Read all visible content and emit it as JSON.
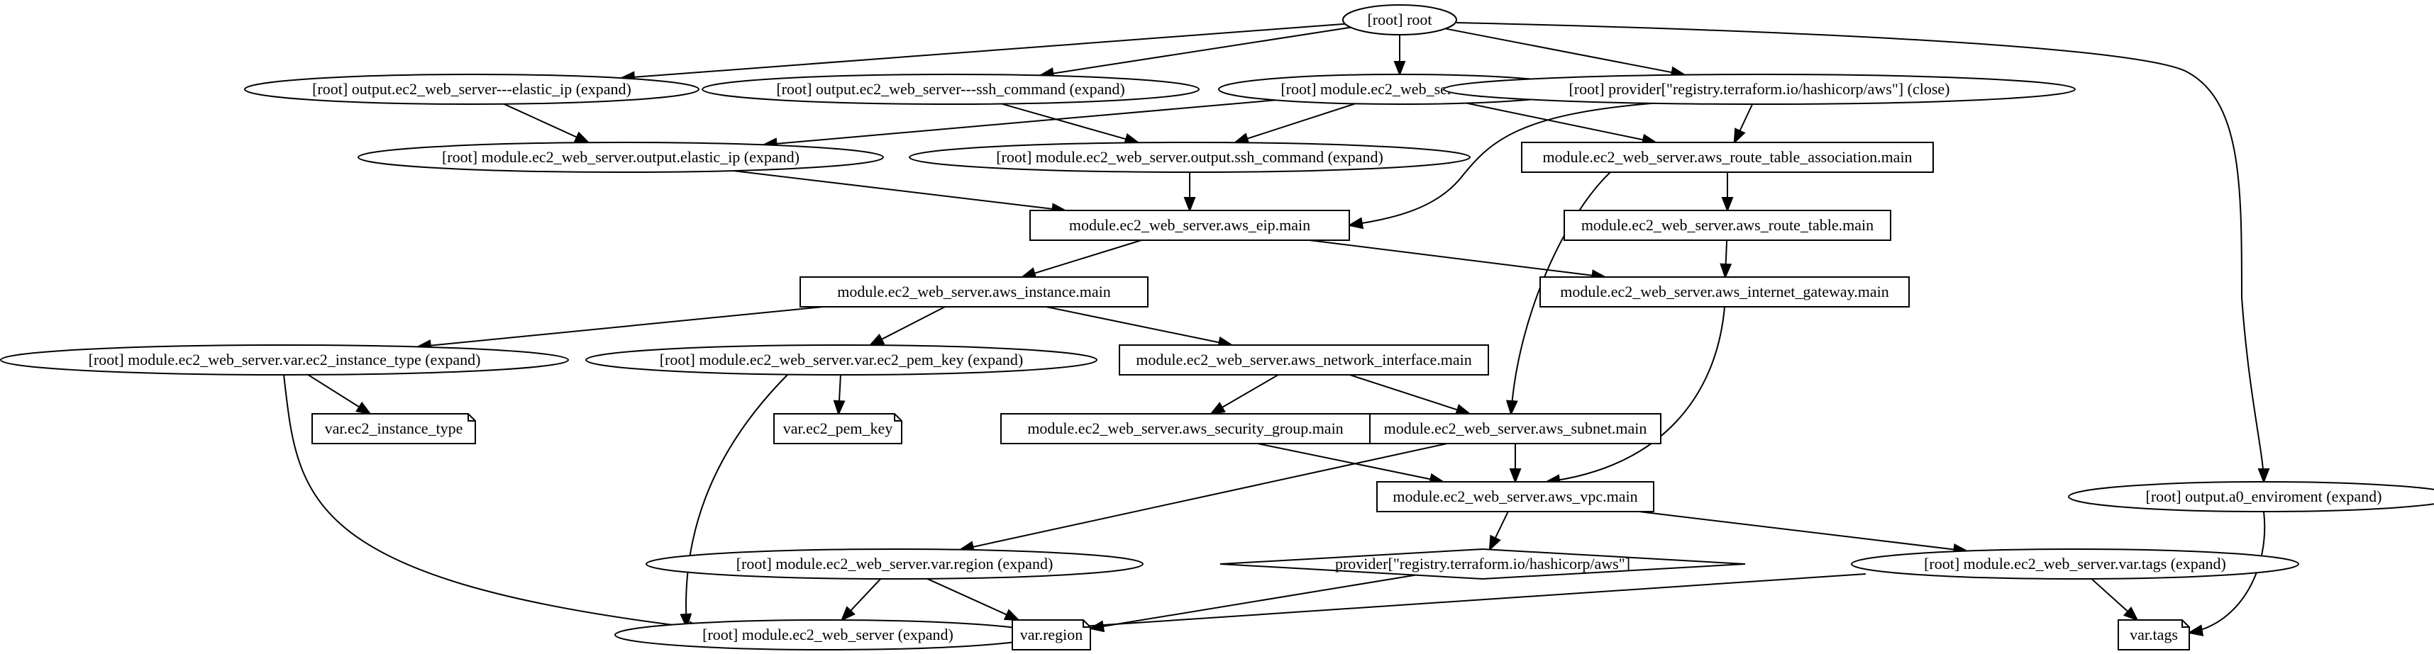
{
  "graph": {
    "nodes": [
      {
        "id": "root",
        "label": "[root] root",
        "shape": "ellipse"
      },
      {
        "id": "out_eip",
        "label": "[root] output.ec2_web_server---elastic_ip (expand)",
        "shape": "ellipse"
      },
      {
        "id": "out_ssh",
        "label": "[root] output.ec2_web_server---ssh_command (expand)",
        "shape": "ellipse"
      },
      {
        "id": "mod_close",
        "label": "[root] module.ec2_web_server (close)",
        "shape": "ellipse"
      },
      {
        "id": "prov_close",
        "label": "[root] provider[\"registry.terraform.io/hashicorp/aws\"] (close)",
        "shape": "ellipse"
      },
      {
        "id": "mod_out_eip",
        "label": "[root] module.ec2_web_server.output.elastic_ip (expand)",
        "shape": "ellipse"
      },
      {
        "id": "mod_out_ssh",
        "label": "[root] module.ec2_web_server.output.ssh_command (expand)",
        "shape": "ellipse"
      },
      {
        "id": "rta",
        "label": "module.ec2_web_server.aws_route_table_association.main",
        "shape": "box"
      },
      {
        "id": "eip",
        "label": "module.ec2_web_server.aws_eip.main",
        "shape": "box"
      },
      {
        "id": "rt",
        "label": "module.ec2_web_server.aws_route_table.main",
        "shape": "box"
      },
      {
        "id": "inst",
        "label": "module.ec2_web_server.aws_instance.main",
        "shape": "box"
      },
      {
        "id": "igw",
        "label": "module.ec2_web_server.aws_internet_gateway.main",
        "shape": "box"
      },
      {
        "id": "var_type",
        "label": "[root] module.ec2_web_server.var.ec2_instance_type (expand)",
        "shape": "ellipse"
      },
      {
        "id": "var_pem",
        "label": "[root] module.ec2_web_server.var.ec2_pem_key (expand)",
        "shape": "ellipse"
      },
      {
        "id": "eni",
        "label": "module.ec2_web_server.aws_network_interface.main",
        "shape": "box"
      },
      {
        "id": "v_type",
        "label": "var.ec2_instance_type",
        "shape": "note"
      },
      {
        "id": "v_pem",
        "label": "var.ec2_pem_key",
        "shape": "note"
      },
      {
        "id": "sg",
        "label": "module.ec2_web_server.aws_security_group.main",
        "shape": "box"
      },
      {
        "id": "subnet",
        "label": "module.ec2_web_server.aws_subnet.main",
        "shape": "box"
      },
      {
        "id": "vpc",
        "label": "module.ec2_web_server.aws_vpc.main",
        "shape": "box"
      },
      {
        "id": "out_env",
        "label": "[root] output.a0_enviroment (expand)",
        "shape": "ellipse"
      },
      {
        "id": "var_region",
        "label": "[root] module.ec2_web_server.var.region (expand)",
        "shape": "ellipse"
      },
      {
        "id": "prov",
        "label": "provider[\"registry.terraform.io/hashicorp/aws\"]",
        "shape": "diamond"
      },
      {
        "id": "var_tags",
        "label": "[root] module.ec2_web_server.var.tags (expand)",
        "shape": "ellipse"
      },
      {
        "id": "mod_expand",
        "label": "[root] module.ec2_web_server (expand)",
        "shape": "ellipse"
      },
      {
        "id": "v_region",
        "label": "var.region",
        "shape": "note"
      },
      {
        "id": "v_tags",
        "label": "var.tags",
        "shape": "note"
      }
    ],
    "edges": [
      {
        "from": "root",
        "to": "out_eip"
      },
      {
        "from": "root",
        "to": "out_ssh"
      },
      {
        "from": "root",
        "to": "mod_close"
      },
      {
        "from": "root",
        "to": "prov_close"
      },
      {
        "from": "root",
        "to": "out_env"
      },
      {
        "from": "out_eip",
        "to": "mod_out_eip"
      },
      {
        "from": "out_ssh",
        "to": "mod_out_ssh"
      },
      {
        "from": "mod_close",
        "to": "mod_out_eip"
      },
      {
        "from": "mod_close",
        "to": "mod_out_ssh"
      },
      {
        "from": "mod_close",
        "to": "rta"
      },
      {
        "from": "prov_close",
        "to": "rta"
      },
      {
        "from": "prov_close",
        "to": "eip"
      },
      {
        "from": "mod_out_eip",
        "to": "eip"
      },
      {
        "from": "mod_out_ssh",
        "to": "eip"
      },
      {
        "from": "rta",
        "to": "rt"
      },
      {
        "from": "rta",
        "to": "subnet"
      },
      {
        "from": "eip",
        "to": "inst"
      },
      {
        "from": "eip",
        "to": "igw"
      },
      {
        "from": "rt",
        "to": "igw"
      },
      {
        "from": "inst",
        "to": "var_type"
      },
      {
        "from": "inst",
        "to": "var_pem"
      },
      {
        "from": "inst",
        "to": "eni"
      },
      {
        "from": "igw",
        "to": "vpc"
      },
      {
        "from": "var_type",
        "to": "v_type"
      },
      {
        "from": "var_type",
        "to": "mod_expand"
      },
      {
        "from": "var_pem",
        "to": "v_pem"
      },
      {
        "from": "var_pem",
        "to": "mod_expand"
      },
      {
        "from": "eni",
        "to": "sg"
      },
      {
        "from": "eni",
        "to": "subnet"
      },
      {
        "from": "sg",
        "to": "vpc"
      },
      {
        "from": "subnet",
        "to": "vpc"
      },
      {
        "from": "subnet",
        "to": "var_region"
      },
      {
        "from": "vpc",
        "to": "prov"
      },
      {
        "from": "vpc",
        "to": "var_tags"
      },
      {
        "from": "out_env",
        "to": "v_tags"
      },
      {
        "from": "var_region",
        "to": "mod_expand"
      },
      {
        "from": "var_region",
        "to": "v_region"
      },
      {
        "from": "prov",
        "to": "v_region"
      },
      {
        "from": "var_tags",
        "to": "mod_expand"
      },
      {
        "from": "var_tags",
        "to": "v_tags"
      }
    ]
  }
}
